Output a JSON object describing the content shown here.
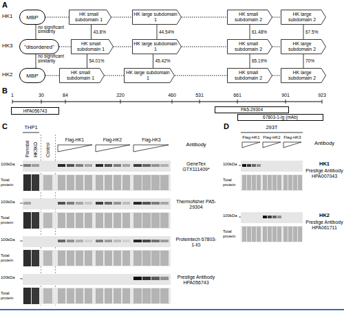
{
  "diagram": {
    "nodes": [
      {
        "text": [
          "MBP"
        ]
      },
      {
        "text": [
          "HK small subdomain 1"
        ]
      },
      {
        "text": [
          "HK large subdomain 1"
        ]
      },
      {
        "text": [
          "HK small subdomain 2"
        ]
      },
      {
        "text": [
          "HK large subdomain 2"
        ]
      },
      {
        "text": [
          "\"disordered\""
        ]
      },
      {
        "text": [
          "HK small subdomain 1"
        ]
      },
      {
        "text": [
          "HK large subdomain 1"
        ]
      },
      {
        "text": [
          "HK small subdomain 2"
        ]
      },
      {
        "text": [
          "HK large subdomain 2"
        ]
      },
      {
        "text": [
          "MBP"
        ]
      },
      {
        "text": [
          "HK small subdomain 1"
        ]
      },
      {
        "text": [
          "HK large subdomain 1"
        ]
      },
      {
        "text": [
          "HK small subdomain 2"
        ]
      },
      {
        "text": [
          "HK large subdomain 2"
        ]
      },
      {
        "text": [
          "HPA056743"
        ]
      },
      {
        "text": [
          "PA5-29304"
        ]
      },
      {
        "text": [
          "67803-1-Ig (mAb)"
        ]
      }
    ],
    "edges": [
      {
        "from": 0,
        "to": 1,
        "arrow": "none"
      },
      {
        "from": 1,
        "to": 2,
        "arrow": "none"
      },
      {
        "from": 2,
        "to": 3,
        "arrow": "none"
      },
      {
        "from": 3,
        "to": 4,
        "arrow": "none"
      },
      {
        "from": 5,
        "to": 6,
        "arrow": "none"
      },
      {
        "from": 6,
        "to": 7,
        "arrow": "none"
      },
      {
        "from": 7,
        "to": 8,
        "arrow": "none"
      },
      {
        "from": 8,
        "to": 9,
        "arrow": "none"
      },
      {
        "from": 10,
        "to": 11,
        "arrow": "none"
      },
      {
        "from": 11,
        "to": 12,
        "arrow": "none"
      },
      {
        "from": 12,
        "to": 13,
        "arrow": "none"
      },
      {
        "from": 13,
        "to": 14,
        "arrow": "none"
      },
      {
        "from": 0,
        "to": 5,
        "label": "no significant similarity",
        "arrow": "none"
      },
      {
        "from": 1,
        "to": 6,
        "label": "43.8%",
        "arrow": "none"
      },
      {
        "from": 2,
        "to": 7,
        "label": "44.54%",
        "arrow": "none"
      },
      {
        "from": 3,
        "to": 8,
        "label": "61.48%",
        "arrow": "none"
      },
      {
        "from": 4,
        "to": 9,
        "label": "67.5%",
        "arrow": "none"
      },
      {
        "from": 5,
        "to": 10,
        "label": "no significant similarity",
        "arrow": "none"
      },
      {
        "from": 6,
        "to": 11,
        "label": "54.01%",
        "arrow": "none"
      },
      {
        "from": 7,
        "to": 12,
        "label": "45.42%",
        "arrow": "none"
      },
      {
        "from": 8,
        "to": 13,
        "label": "65.19%",
        "arrow": "none"
      },
      {
        "from": 9,
        "to": 14,
        "label": "70%",
        "arrow": "none"
      }
    ],
    "labels": [
      "A",
      "HK1",
      "HK3",
      "HK2",
      "B",
      "1",
      "30",
      "84",
      "220",
      "460",
      "531",
      "661",
      "901",
      "923",
      "C",
      "THP1",
      "Parental",
      "HK3KO",
      "Control",
      "Flag-HK1",
      "Flag-HK2",
      "Flag-HK3",
      "Antibody",
      "100kDa",
      "Total protein",
      "GeneTex GTX111409*",
      "100kDa",
      "Total protein",
      "Thermofisher PA5-29304",
      "100kDa",
      "Total protein",
      "Proteintech 67803-1-IG",
      "100kDa",
      "Total protein",
      "Prestige Antibody HPA056743",
      "D",
      "293T",
      "Flag-HK1",
      "Flag-HK2",
      "Flag-HK3",
      "Antibody",
      "100kDa",
      "Total protein",
      "HK1",
      "Prestige Antibody HPA007043",
      "100kDa",
      "Total protein",
      "HK2",
      "Prestige Antibody HPA061711"
    ]
  }
}
